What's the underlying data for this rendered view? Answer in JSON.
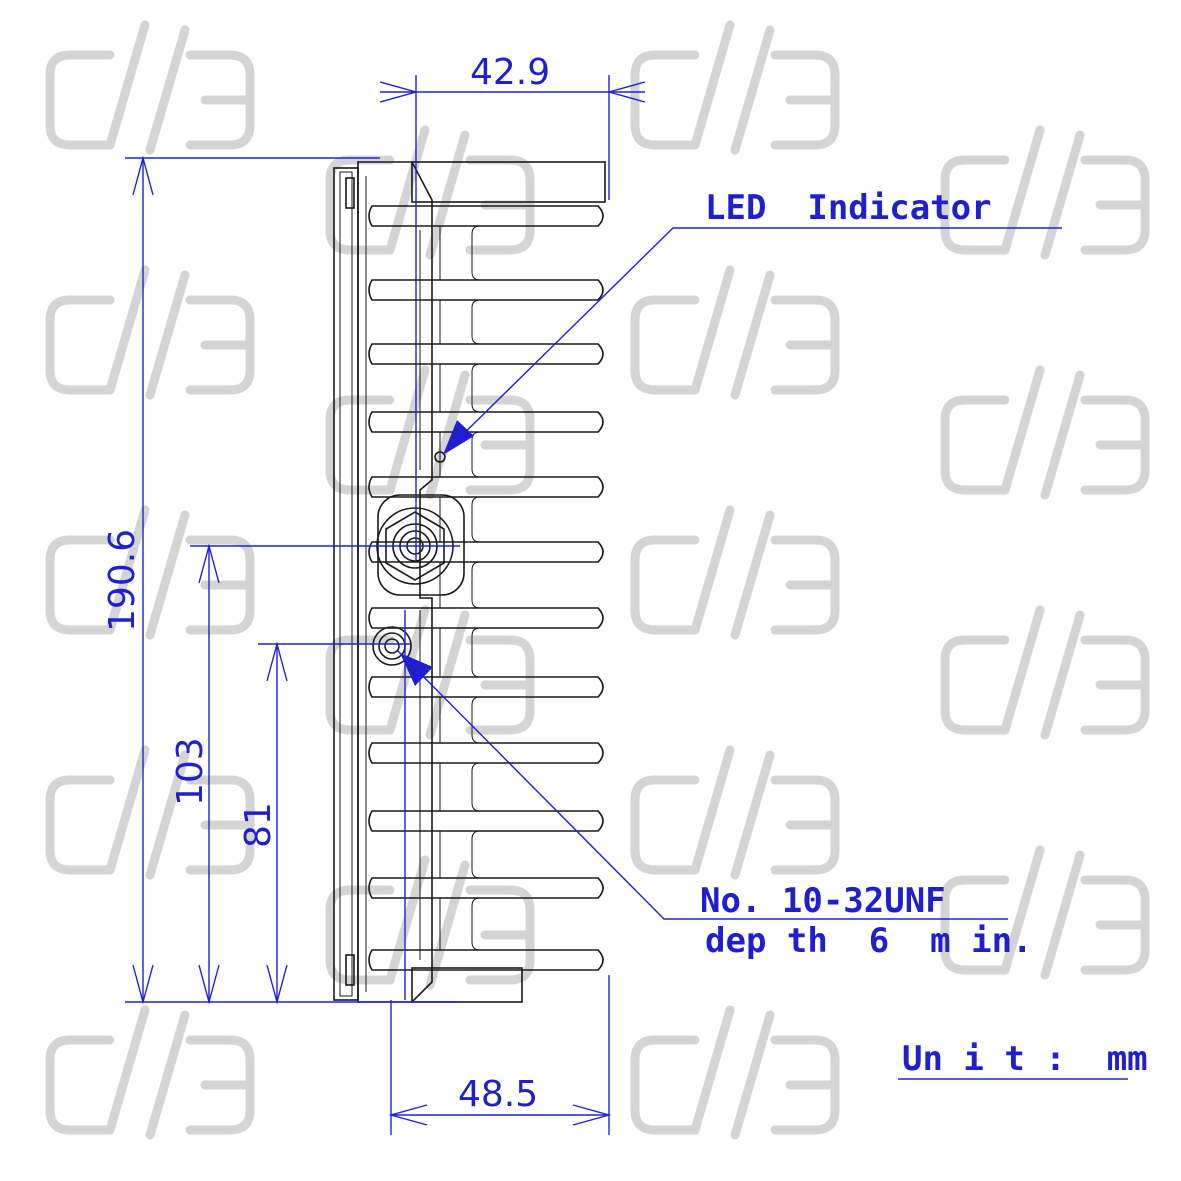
{
  "dimensions": {
    "top_depth": "42.9",
    "bottom_depth": "48.5",
    "total_height": "190.6",
    "connector_height": "103",
    "mount_hole_height": "81"
  },
  "callouts": {
    "led": "LED  Indicator",
    "thread_line1": "No. 10-32UNF",
    "thread_line2": "dep th  6  m in."
  },
  "unit_label": "Un i t :  mm",
  "watermark": {
    "text": "",
    "color": "#d4d4d4"
  },
  "colors": {
    "dimension": "#2020d8",
    "outline": "#1a1a1a"
  }
}
